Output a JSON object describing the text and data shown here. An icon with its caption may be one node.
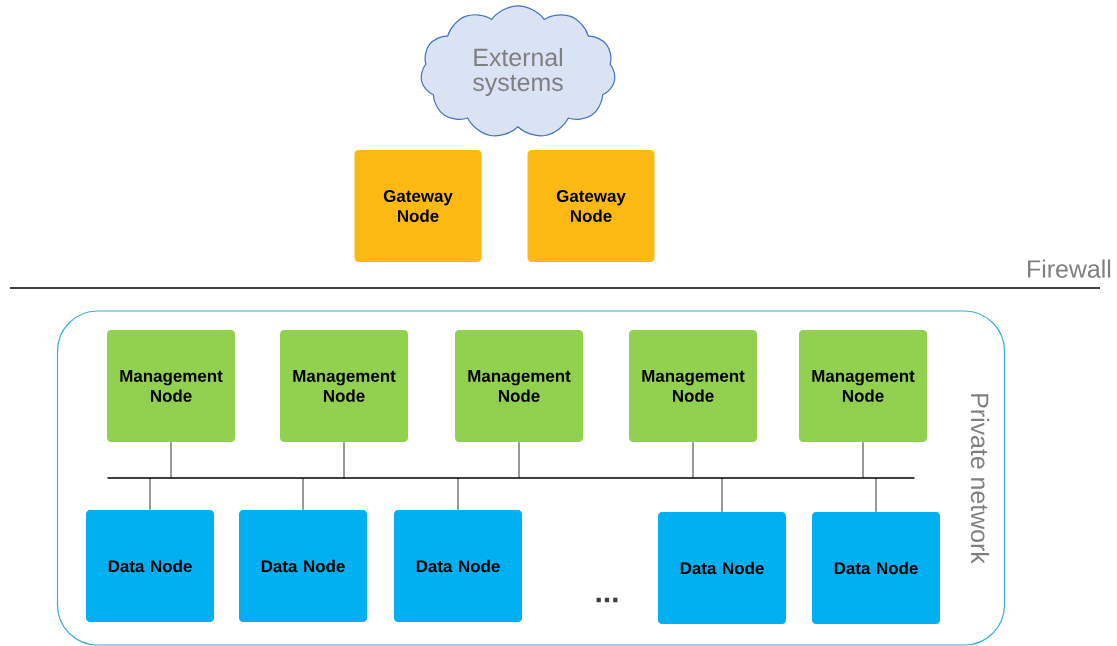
{
  "diagram": {
    "nodes": [
      {
        "text": [
          "External systems"
        ]
      },
      {
        "text": [
          "Gateway Node"
        ]
      },
      {
        "text": [
          "Gateway Node"
        ]
      },
      {
        "text": [
          "Private network"
        ]
      },
      {
        "text": [
          "Management Node"
        ],
        "in": 3
      },
      {
        "text": [
          "Management Node"
        ],
        "in": 3
      },
      {
        "text": [
          "Management Node"
        ],
        "in": 3
      },
      {
        "text": [
          "Management Node"
        ],
        "in": 3
      },
      {
        "text": [
          "Management Node"
        ],
        "in": 3
      },
      {
        "text": [],
        "shape": "bar",
        "in": 3
      },
      {
        "text": [
          "Data Node"
        ],
        "in": 3
      },
      {
        "text": [
          "Data Node"
        ],
        "in": 3
      },
      {
        "text": [
          "Data Node"
        ],
        "in": 3
      },
      {
        "text": [
          "Data Node"
        ],
        "in": 3
      },
      {
        "text": [
          "Data Node"
        ],
        "in": 3
      }
    ],
    "edges": [
      {
        "from": 4,
        "to": 9,
        "arrow": "none"
      },
      {
        "from": 5,
        "to": 9,
        "arrow": "none"
      },
      {
        "from": 6,
        "to": 9,
        "arrow": "none"
      },
      {
        "from": 7,
        "to": 9,
        "arrow": "none"
      },
      {
        "from": 8,
        "to": 9,
        "arrow": "none"
      },
      {
        "from": 9,
        "to": 10,
        "arrow": "none"
      },
      {
        "from": 9,
        "to": 11,
        "arrow": "none"
      },
      {
        "from": 9,
        "to": 12,
        "arrow": "none"
      },
      {
        "from": 9,
        "to": 13,
        "arrow": "none"
      },
      {
        "from": 9,
        "to": 14,
        "arrow": "none"
      }
    ],
    "labels": [
      "Firewall",
      "..."
    ]
  }
}
